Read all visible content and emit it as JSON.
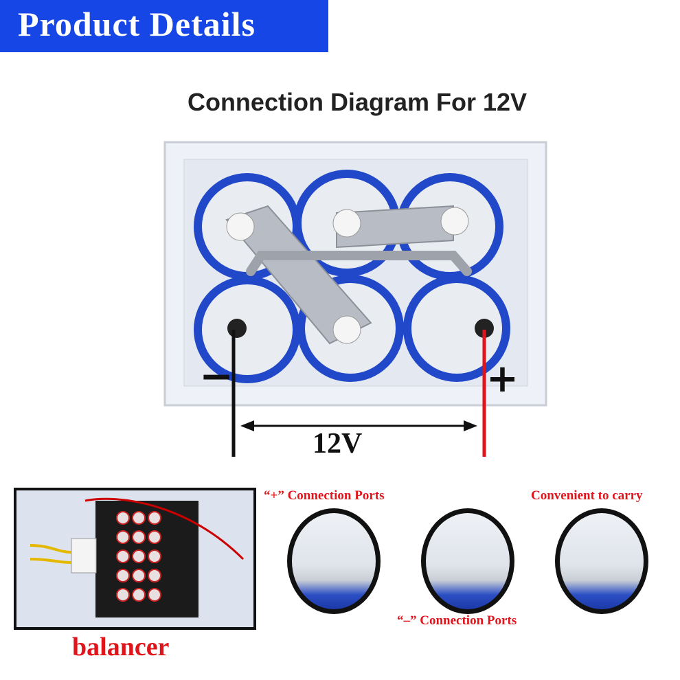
{
  "header": {
    "title": "Product Details",
    "bg_color": "#1746e6"
  },
  "diagram": {
    "title": "Connection Diagram For 12V",
    "voltage_label": "12V",
    "negative_symbol": "−",
    "positive_symbol": "+",
    "negative_wire_color": "#111111",
    "positive_wire_color": "#e0151c"
  },
  "details": {
    "balancer_label": "balancer",
    "positive_ports_label": "“+” Connection Ports",
    "negative_ports_label": "“–” Connection Ports",
    "carry_label": "Convenient to carry",
    "label_color": "#e0151c"
  }
}
